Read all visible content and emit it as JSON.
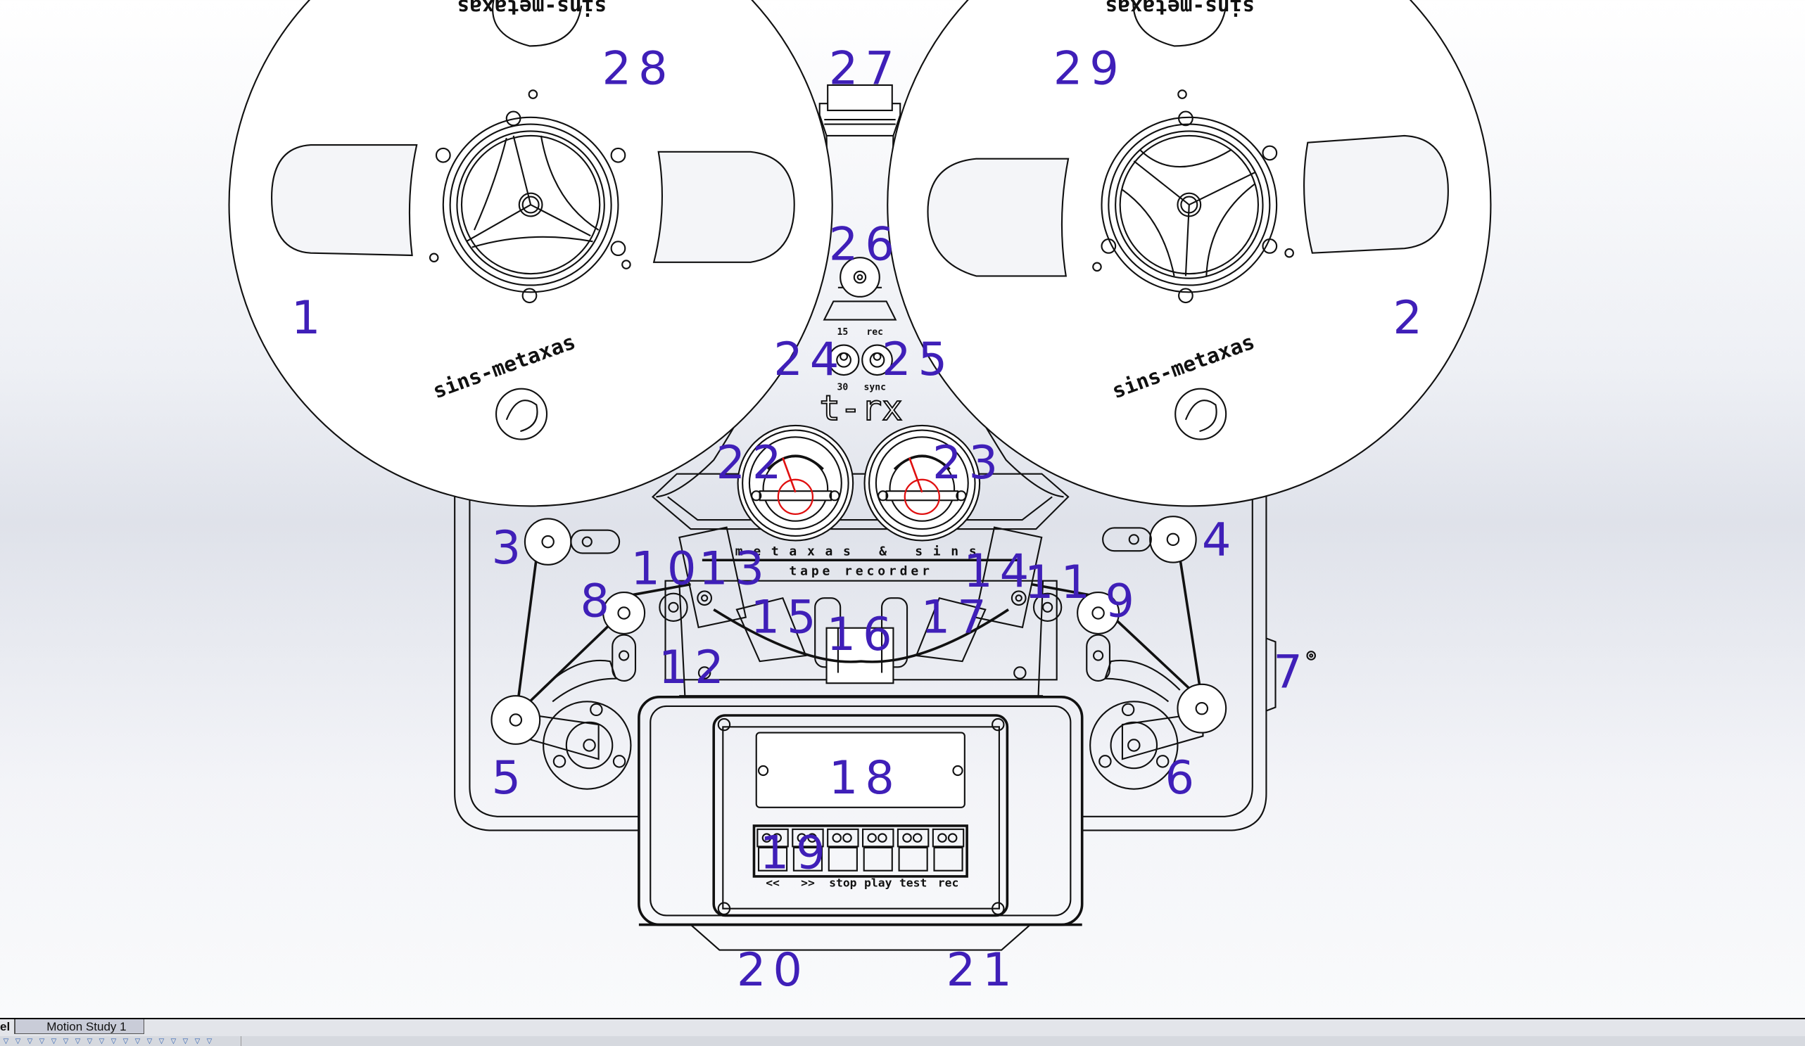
{
  "app": {
    "view": "SolidWorks assembly drawing - tape recorder front view"
  },
  "drawing": {
    "reel_logo_text": "sins-metaxas",
    "panel_model": "t-rx",
    "brand_text": "metaxas & sins",
    "subtitle": "tape recorder",
    "switch_labels": {
      "top_left": "15",
      "top_right": "rec",
      "bottom_left": "30",
      "bottom_right": "sync"
    },
    "transport_buttons": [
      "<<",
      ">>",
      "stop",
      "play",
      "test",
      "rec"
    ],
    "accent_color": "#3f1fb8",
    "needle_color": "#e01010"
  },
  "callouts": {
    "c1": "1",
    "c2": "2",
    "c3": "3",
    "c4": "4",
    "c5": "5",
    "c6": "6",
    "c7": "7",
    "c8": "8",
    "c9": "9",
    "c10": "10",
    "c11": "11",
    "c12": "12",
    "c13": "13",
    "c14": "14",
    "c15": "15",
    "c16": "16",
    "c17": "17",
    "c18": "18",
    "c19": "19",
    "c20": "20",
    "c21": "21",
    "c22": "22",
    "c23": "23",
    "c24": "24",
    "c25": "25",
    "c26": "26",
    "c27": "27",
    "c28": "28",
    "c29": "29"
  },
  "bottom_bar": {
    "tabs": [
      {
        "label": "el",
        "active": false
      },
      {
        "label": "Motion Study 1",
        "active": true
      }
    ],
    "filter_icons": [
      "filter-icon",
      "filter-icon",
      "filter-icon",
      "filter-icon",
      "filter-icon",
      "filter-icon",
      "filter-icon",
      "filter-icon",
      "filter-icon",
      "filter-icon",
      "filter-icon",
      "filter-icon",
      "filter-icon",
      "filter-icon",
      "filter-icon",
      "filter-icon",
      "filter-icon",
      "filter-icon"
    ]
  }
}
